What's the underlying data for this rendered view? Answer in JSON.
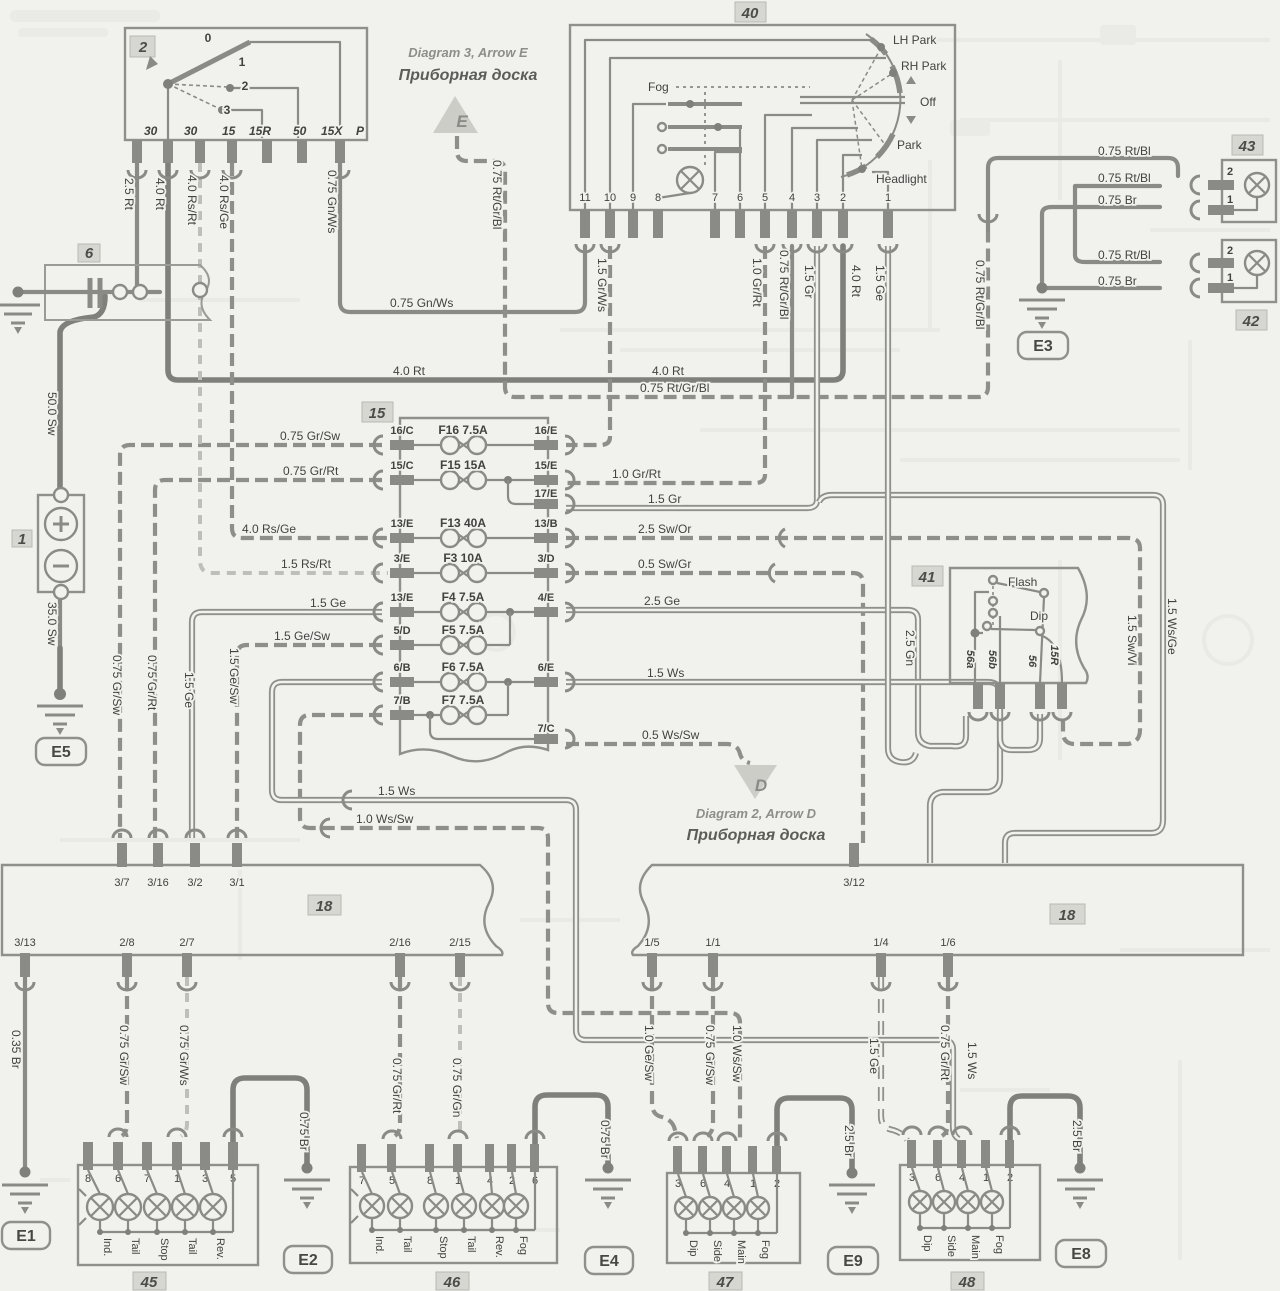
{
  "notes": {
    "diagram3": "Diagram 3, Arrow E",
    "diagram2": "Diagram 2, Arrow D",
    "panel": "Приборная доска",
    "arrow_e": "E",
    "arrow_d": "D"
  },
  "tags": {
    "c1": "1",
    "c2": "2",
    "c6": "6",
    "c15": "15",
    "c18": "18",
    "c40": "40",
    "c41": "41",
    "c42": "42",
    "c43": "43",
    "c45": "45",
    "c46": "46",
    "c47": "47",
    "c48": "48"
  },
  "grounds": {
    "e1": "E1",
    "e2": "E2",
    "e3": "E3",
    "e4": "E4",
    "e5": "E5",
    "e8": "E8",
    "e9": "E9"
  },
  "ignition": {
    "positions": [
      "0",
      "1",
      "2",
      "3"
    ],
    "terminals": [
      "30",
      "30",
      "15",
      "15R",
      "50",
      "15X",
      "P"
    ]
  },
  "light_switch": {
    "terminals": [
      "11",
      "10",
      "9",
      "8",
      "7",
      "6",
      "5",
      "4",
      "3",
      "2",
      "1"
    ],
    "positions": {
      "fog": "Fog",
      "lh_park": "LH Park",
      "rh_park": "RH Park",
      "off": "Off",
      "park": "Park",
      "headlight": "Headlight"
    }
  },
  "dip_switch": {
    "flash": "Flash",
    "dip": "Dip",
    "terminals": [
      "56a",
      "56b",
      "56",
      "15R"
    ]
  },
  "lamp_pins": {
    "p2": "2",
    "p1": "1"
  },
  "fusebox": {
    "rows": [
      {
        "l": "16/C",
        "f": "F16 7.5A",
        "r": "16/E"
      },
      {
        "l": "15/C",
        "f": "F15 15A",
        "r": "15/E"
      },
      {
        "l": "13/E",
        "f": "F13 40A",
        "r": "13/B"
      },
      {
        "l": "3/E",
        "f": "F3 10A",
        "r": "3/D"
      },
      {
        "l": "13/E",
        "f": "F4 7.5A",
        "r": "4/E"
      },
      {
        "l": "5/D",
        "f": "F5 7.5A",
        "r": ""
      },
      {
        "l": "6/B",
        "f": "F6 7.5A",
        "r": "6/E"
      },
      {
        "l": "7/B",
        "f": "F7 7.5A",
        "r": ""
      }
    ],
    "extra17": "17/E",
    "extra7": "7/C"
  },
  "conn18L": {
    "top": [
      "3/7",
      "3/16",
      "3/2",
      "3/1"
    ],
    "bottom": [
      "3/13",
      "2/8",
      "2/7",
      "2/16",
      "2/15"
    ]
  },
  "conn18R": {
    "top": [
      "3/12"
    ],
    "bottom": [
      "1/5",
      "1/1",
      "1/4",
      "1/6"
    ]
  },
  "cluster45": {
    "pins": [
      "8",
      "6",
      "7",
      "1",
      "3",
      "5"
    ],
    "lamps": [
      "Ind.",
      "Tail",
      "Stop",
      "Tail",
      "Rev."
    ]
  },
  "cluster46": {
    "pins": [
      "7",
      "5",
      "8",
      "1",
      "4",
      "2",
      "6"
    ],
    "lamps": [
      "Ind.",
      "Tail",
      "Stop",
      "Tail",
      "Rev.",
      "Fog"
    ]
  },
  "cluster47": {
    "pins": [
      "3",
      "6",
      "4",
      "1",
      "2"
    ],
    "lamps": [
      "Dip",
      "Side",
      "Main",
      "Fog"
    ]
  },
  "cluster48": {
    "pins": [
      "3",
      "6",
      "4",
      "1",
      "2"
    ],
    "lamps": [
      "Dip",
      "Side",
      "Main",
      "Fog"
    ]
  },
  "wires": {
    "rt25": "2.5 Rt",
    "rt40": "4.0 Rt",
    "rsrt40": "4.0 Rs/Rt",
    "rsge40": "4.0 Rs/Ge",
    "gnws075": "0.75 Gn/Ws",
    "rtgrbl075": "0.75 Rt/Gr/Bl",
    "grws15": "1.5 Gr/Ws",
    "grrt10": "1.0 Gr/Rt",
    "gr15": "1.5 Gr",
    "ge15": "1.5 Ge",
    "rtbl075": "0.75 Rt/Bl",
    "br075": "0.75 Br",
    "sw500": "50.0 Sw",
    "sw350": "35.0 Sw",
    "grsw075": "0.75 Gr/Sw",
    "grrt075": "0.75 Gr/Rt",
    "swor25": "2.5 Sw/Or",
    "swgr05": "0.5 Sw/Gr",
    "ge25": "2.5 Ge",
    "gesw15": "1.5 Ge/Sw",
    "ws15": "1.5 Ws",
    "wssw05": "0.5 Ws/Sw",
    "wssw10": "1.0 Ws/Sw",
    "gn25": "2.5 Gn",
    "swvi15": "1.5 Sw/Vi",
    "wsge15": "1.5 Ws/Ge",
    "br035": "0.35 Br",
    "grws075": "0.75 Gr/Ws",
    "grgn075": "0.75 Gr/Gn",
    "gesw10": "1.0 Ge/Sw",
    "br25": "2.5 Br",
    "rsrt15": "1.5 Rs/Rt"
  }
}
